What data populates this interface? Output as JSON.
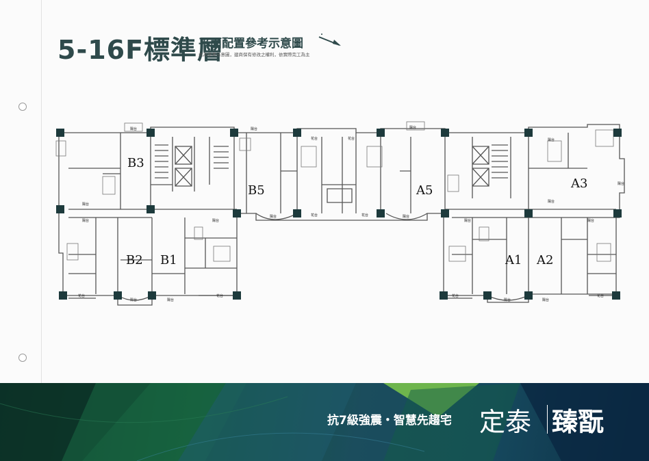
{
  "header": {
    "title": "5-16F標準層",
    "subtitle": "平面配置參考示意圖",
    "note": "此為參考示意圖，建商保有修改之權利，依實際完工為主"
  },
  "units": [
    {
      "id": "B3",
      "label": "B3"
    },
    {
      "id": "B5",
      "label": "B5"
    },
    {
      "id": "A5",
      "label": "A5"
    },
    {
      "id": "A3",
      "label": "A3"
    },
    {
      "id": "B2",
      "label": "B2"
    },
    {
      "id": "B1",
      "label": "B1"
    },
    {
      "id": "A1",
      "label": "A1"
    },
    {
      "id": "A2",
      "label": "A2"
    }
  ],
  "space_labels": {
    "balcony": "陽台",
    "flower_bed": "花台"
  },
  "banner": {
    "slogan": "抗7級強震・智慧先趨宅",
    "brand_left": "定泰",
    "brand_right": "臻翫"
  },
  "colors": {
    "title": "#2f4a4b",
    "column": "#1d3a3c",
    "wall": "#555555",
    "banner_green": "#145a3a",
    "banner_blue": "#1b4d5d"
  }
}
